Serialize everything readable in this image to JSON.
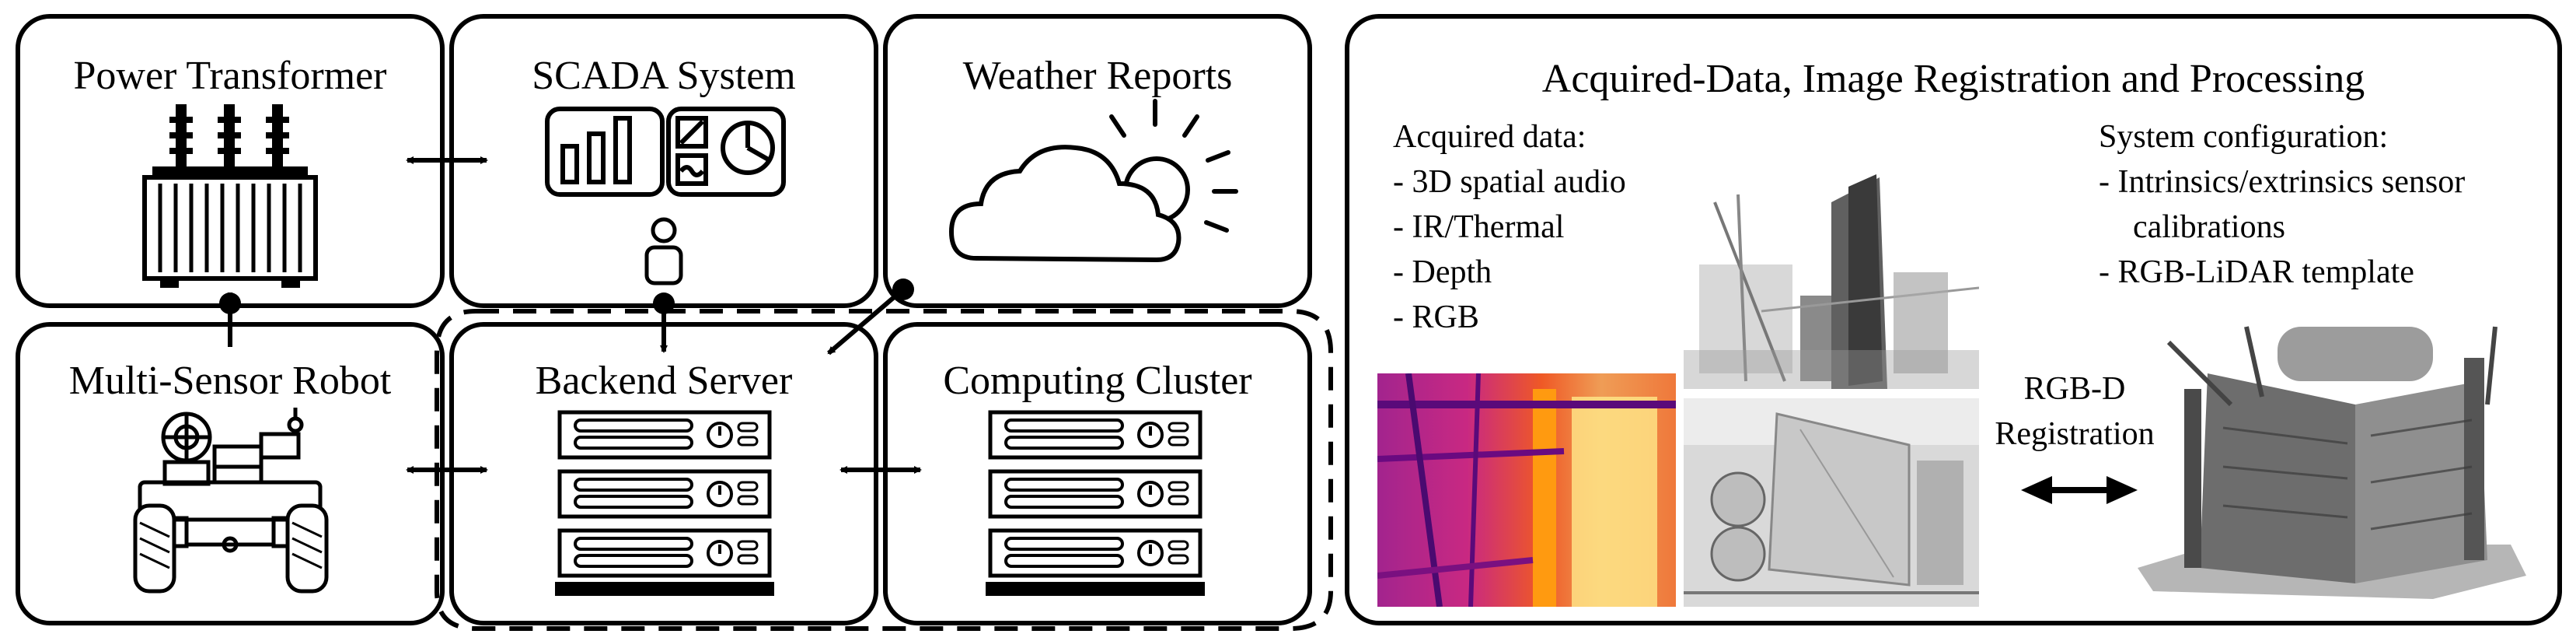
{
  "boxes": {
    "power_transformer": "Power Transformer",
    "scada_system": "SCADA System",
    "weather_reports": "Weather Reports",
    "multi_sensor_robot": "Multi-Sensor Robot",
    "backend_server": "Backend Server",
    "computing_cluster": "Computing Cluster"
  },
  "panel": {
    "title": "Acquired-Data, Image Registration and Processing",
    "acquired_heading": "Acquired data:",
    "acquired_items": [
      "- 3D spatial audio",
      "- IR/Thermal",
      "- Depth",
      "- RGB"
    ],
    "config_heading": "System configuration:",
    "config_items": [
      "- Intrinsics/extrinsics sensor",
      "calibrations",
      "- RGB-LiDAR template"
    ],
    "registration_line1": "RGB-D",
    "registration_line2": "Registration"
  },
  "icons": [
    "transformer-icon",
    "dashboard-icon",
    "user-icon",
    "weather-icon",
    "robot-icon",
    "server-rack-icon",
    "double-arrow-icon"
  ]
}
